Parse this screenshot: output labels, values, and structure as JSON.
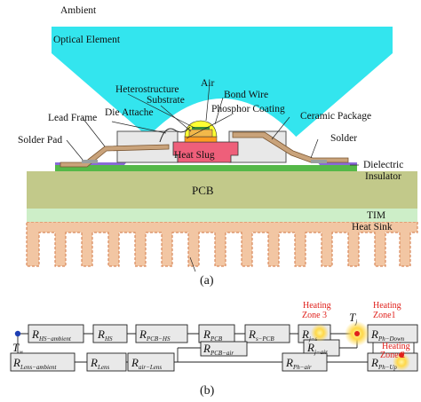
{
  "figure": {
    "panel_a": {
      "caption": "(a)",
      "labels": {
        "ambient": "Ambient",
        "optical_element": "Optical Element",
        "air": "Air",
        "heterostructure": "Heterostructure",
        "substrate": "Substrate",
        "bond_wire": "Bond Wire",
        "die_attache": "Die Attache",
        "phosphor_coating": "Phosphor Coating",
        "lead_frame": "Lead Frame",
        "ceramic_package": "Ceramic Package",
        "solder_pad": "Solder Pad",
        "solder": "Solder",
        "heat_slug": "Heat Slug",
        "dielectric": "Dielectric",
        "insulator": "Insulator",
        "pcb": "PCB",
        "tim": "TIM",
        "heat_sink": "Heat Sink"
      },
      "colors": {
        "optical": "#33e5ee",
        "pcb": "#c2c98a",
        "tim": "#cdeec8",
        "heat_sink": "#f2c6a3",
        "heat_slug": "#ee5f7a",
        "phosphor": "#ffff33",
        "lead_frame": "#c9a37b",
        "package": "#e8e8e8",
        "dielectric_green": "#55b848"
      }
    },
    "panel_b": {
      "caption": "(b)",
      "t_inf": "T",
      "t_inf_sub": "∞",
      "t_j": "T",
      "t_j_sub": "j",
      "resistor_symbol": "R",
      "row1": [
        {
          "sub": "HS−ambient"
        },
        {
          "sub": "HS"
        },
        {
          "sub": "PCB−HS"
        },
        {
          "sub": "PCB"
        },
        {
          "sub": "s−PCB"
        },
        {
          "sub": "j−s"
        },
        {
          "sub": "Ph−Down"
        }
      ],
      "pcb_air": {
        "sub": "PCB−air"
      },
      "j_air": {
        "sub": "j−air"
      },
      "row3": [
        {
          "sub": "Lens−ambient"
        },
        {
          "sub": "Lens"
        },
        {
          "sub": "air−Lens"
        },
        {
          "sub": "Ph−air"
        },
        {
          "sub": "Ph−Up"
        }
      ],
      "heating_zones": {
        "zone3": [
          "Heating",
          "Zone 3"
        ],
        "zone1": [
          "Heating",
          "Zone1"
        ],
        "zone2": [
          "Heating",
          "Zone 2"
        ]
      },
      "colors": {
        "zone_text": "#e0201b",
        "glow": "#ffe066",
        "node": "#1e3fb4"
      }
    }
  }
}
